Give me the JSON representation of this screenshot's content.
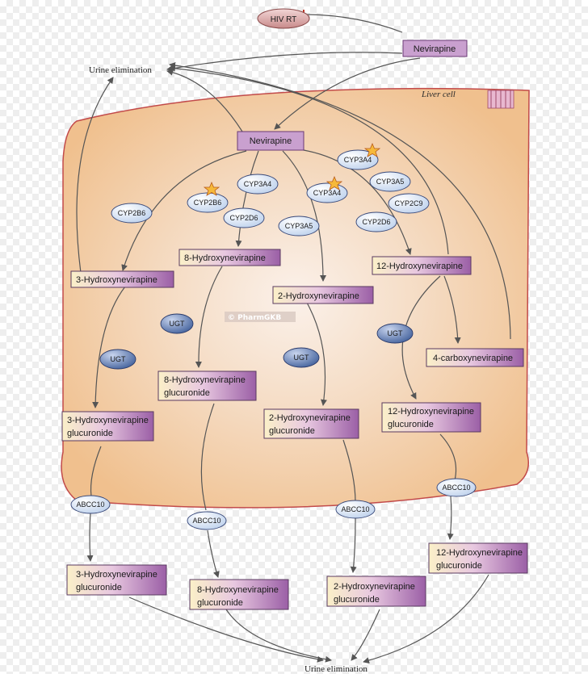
{
  "hiv_rt": "HIV RT",
  "nevirapine_outside": "Nevirapine",
  "nevirapine_inside": "Nevirapine",
  "urine_top": "Urine elimination",
  "urine_bottom": "Urine elimination",
  "liver_cell": "Liver cell",
  "watermark": "© PharmGKB",
  "enzymes": {
    "cyp2b6_left": "CYP2B6",
    "cyp2b6_star": "CYP2B6",
    "cyp3a4_a": "CYP3A4",
    "cyp2d6_a": "CYP2D6",
    "cyp3a5_a": "CYP3A5",
    "cyp3a4_star_top": "CYP3A4",
    "cyp3a4_star_mid": "CYP3A4",
    "cyp3a5_b": "CYP3A5",
    "cyp2c9": "CYP2C9",
    "cyp2d6_b": "CYP2D6",
    "ugt_1": "UGT",
    "ugt_2": "UGT",
    "ugt_3": "UGT",
    "ugt_4": "UGT",
    "abcc10_1": "ABCC10",
    "abcc10_2": "ABCC10",
    "abcc10_3": "ABCC10",
    "abcc10_4": "ABCC10"
  },
  "metabolites": {
    "m3oh": "3-Hydroxynevirapine",
    "m8oh": "8-Hydroxynevirapine",
    "m2oh": "2-Hydroxynevirapine",
    "m12oh": "12-Hydroxynevirapine",
    "carboxy": "4-carboxynevirapine"
  },
  "glucuronides_in": {
    "g3_l1": "3-Hydroxynevirapine",
    "g3_l2": "glucuronide",
    "g8_l1": "8-Hydroxynevirapine",
    "g8_l2": "glucuronide",
    "g2_l1": "2-Hydroxynevirapine",
    "g2_l2": "glucuronide",
    "g12_l1": "12-Hydroxynevirapine",
    "g12_l2": "glucuronide"
  },
  "glucuronides_out": {
    "g3_l1": "3-Hydroxynevirapine",
    "g3_l2": "glucuronide",
    "g8_l1": "8-Hydroxynevirapine",
    "g8_l2": "glucuronide",
    "g2_l1": "2-Hydroxynevirapine",
    "g2_l2": "glucuronide",
    "g12_l1": "12-Hydroxynevirapine",
    "g12_l2": "glucuronide"
  },
  "colors": {
    "cell_fill": "#f5c99a",
    "cell_edge": "#c24a4a",
    "box_purple": "#9b5fa6",
    "box_cream": "#fbf0c8",
    "ellipse_light": "#dfe9f7",
    "ugt_dark": "#5a74a8",
    "star": "#f6b93a"
  }
}
